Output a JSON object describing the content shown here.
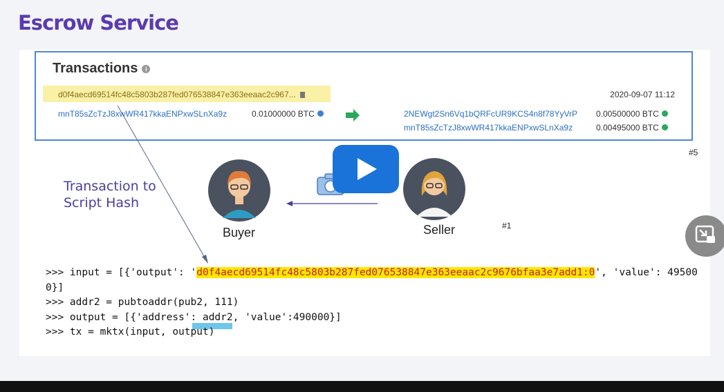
{
  "slide": {
    "title": "Escrow Service",
    "tx_box": {
      "heading": "Transactions",
      "tx_hash": "d0f4aecd69514fc48c5803b287fed076538847e363eeaac2c967...",
      "date": "2020-09-07 11:12",
      "input": {
        "address": "mnT85sZcTzJ8xwWR417kkaENPxwSLnXa9z",
        "amount": "0.01000000 BTC"
      },
      "outputs": [
        {
          "address": "2NEWgt2Sn6Vq1bQRFcUR9KCS4n8f78YyVrP",
          "amount": "0.00500000 BTC"
        },
        {
          "address": "mnT85sZcTzJ8xwWR417kkaENPxwSLnXa9z",
          "amount": "0.00495000 BTC"
        }
      ]
    },
    "labels": {
      "tag_5": "#5",
      "tag_1": "#1"
    },
    "annotation": {
      "line1": "Transaction to",
      "line2": "Script Hash"
    },
    "buyer_label": "Buyer",
    "seller_label": "Seller",
    "code": {
      "line1_prefix": ">>> input = [{'output': '",
      "line1_hash": "d0f4aecd69514fc48c5803b287fed076538847e363eeaac2c9676bfaa3e7add1:0",
      "line1_suffix": "', 'value': 49500",
      "line2": "0}]",
      "line3": ">>> addr2 = pubtoaddr(pub2, 111)",
      "line4": ">>> output = [{'address': addr2, 'value':490000}]",
      "line5": ">>> tx = mktx(input, output)"
    }
  },
  "icons": [
    "info-icon",
    "clipboard-icon",
    "globe-icon",
    "arrow-right-icon",
    "camera-icon",
    "play-icon",
    "exit-fullscreen-icon"
  ],
  "colors": {
    "title": "#5a3bb0",
    "hash_highlight": "#faf1a6",
    "link": "#2a6fc4",
    "play": "#1a73d9",
    "code_highlight": "#ffe800"
  }
}
